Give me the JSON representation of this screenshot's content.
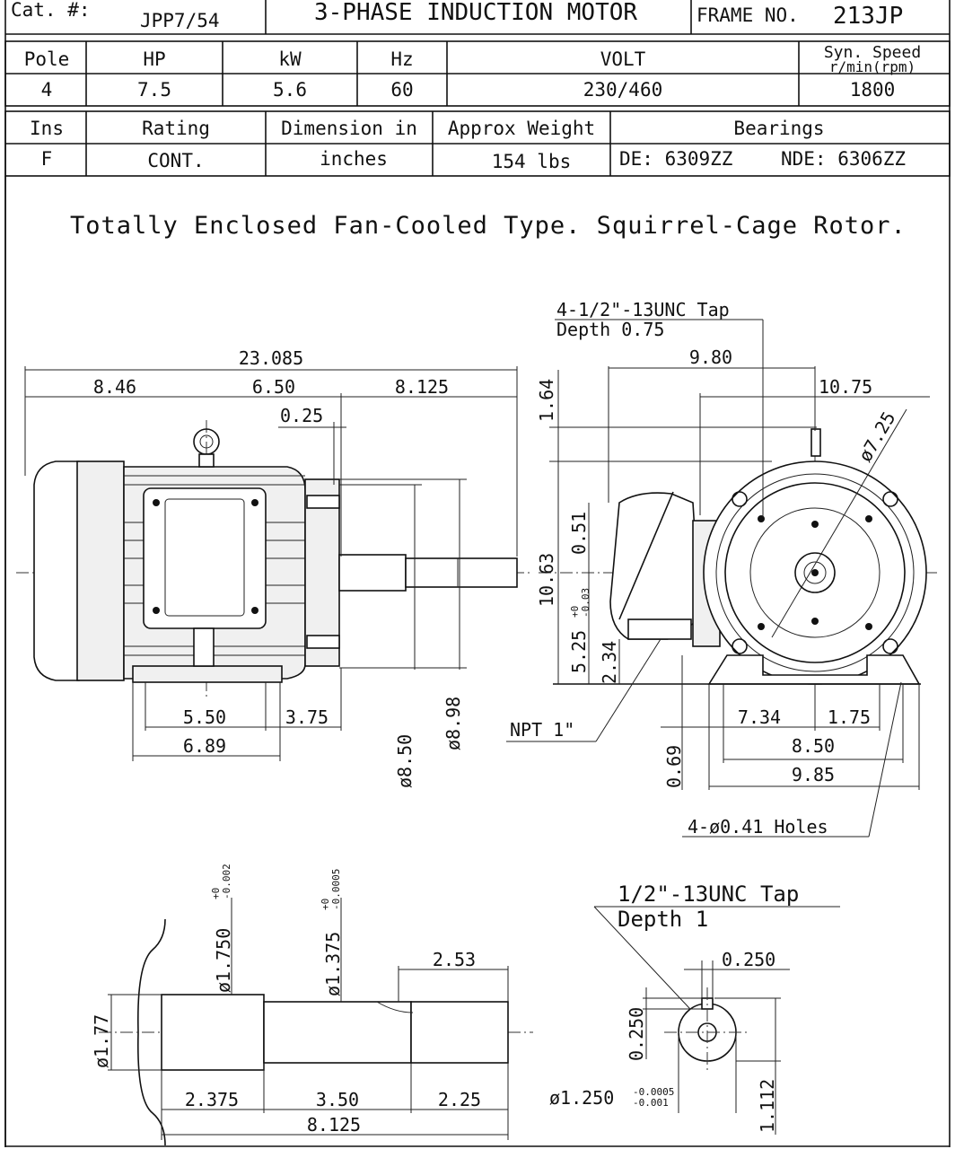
{
  "header": {
    "cat_label": "Cat.  #:",
    "cat_value": "JPP7/54",
    "title": "3-PHASE  INDUCTION  MOTOR",
    "frame_label": "FRAME NO.",
    "frame_value": "213JP"
  },
  "spec_row1": {
    "headers": [
      "Pole",
      "HP",
      "kW",
      "Hz",
      "VOLT",
      "Syn. Speed",
      "r/min(rpm)"
    ],
    "values": [
      "4",
      "7.5",
      "5.6",
      "60",
      "230/460",
      "1800"
    ]
  },
  "spec_row2": {
    "headers": [
      "Ins",
      "Rating",
      "Dimension in",
      "Approx Weight",
      "Bearings"
    ],
    "values": [
      "F",
      "CONT.",
      "inches",
      "154  lbs",
      "DE: 6309ZZ",
      "NDE: 6306ZZ"
    ]
  },
  "description": "Totally Enclosed Fan-Cooled Type.  Squirrel-Cage Rotor.",
  "side_view": {
    "overall": "23.085",
    "seg1": "8.46",
    "seg2": "6.50",
    "seg3": "8.125",
    "shoulder": "0.25",
    "foot_span": "5.50",
    "foot_edge": "3.75",
    "foot_total": "6.89",
    "dia_pilot": "ø8.50",
    "dia_flange": "ø8.98"
  },
  "end_view": {
    "tap_note": "4-1/2\"-13UNC Tap",
    "tap_depth": "Depth 0.75",
    "w980": "9.80",
    "w1075": "10.75",
    "h164": "1.64",
    "h1063": "10.63",
    "h051": "0.51",
    "h525": "5.25",
    "h525_tol_up": "+0",
    "h525_tol_dn": "-0.03",
    "h234": "2.34",
    "h069": "0.69",
    "dia725": "ø7.25",
    "npt": "NPT 1\"",
    "w734": "7.34",
    "w175": "1.75",
    "w850": "8.50",
    "w985": "9.85",
    "holes": "4-ø0.41 Holes"
  },
  "shaft_view": {
    "dia177": "ø1.77",
    "dia1750": "ø1.750",
    "dia1750_tol_up": "+0",
    "dia1750_tol_dn": "-0.002",
    "dia1375": "ø1.375",
    "dia1375_tol_up": "+0",
    "dia1375_tol_dn": "-0.0005",
    "key_len": "2.53",
    "l2375": "2.375",
    "l350": "3.50",
    "l225": "2.25",
    "l8125": "8.125"
  },
  "shaft_end": {
    "tap_note": "1/2\"-13UNC Tap",
    "tap_depth": "Depth 1",
    "key_w": "0.250",
    "key_h": "0.250",
    "dia1250": "ø1.250",
    "dia1250_tol_up": "-0.0005",
    "dia1250_tol_dn": "-0.001",
    "h1112": "1.112"
  }
}
